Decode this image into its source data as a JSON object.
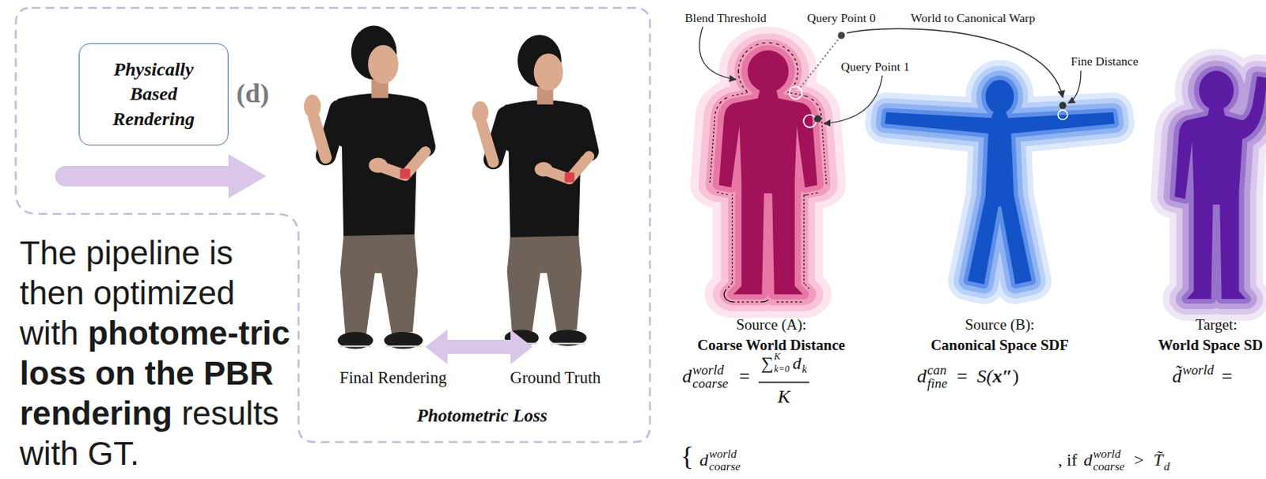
{
  "diagram": {
    "nodes": [
      {
        "text": [
          "Photometric Loss"
        ]
      },
      {
        "text": [
          "Physically Based Rendering"
        ],
        "in": 0
      }
    ],
    "labels": [
      "(d)",
      "The pipeline is then optimized with",
      "photome-tric loss on the PBR rendering",
      "results with GT.",
      "Final Rendering",
      "Ground Truth",
      "Blend Threshold",
      "Query Point 0",
      "World to Canonical Warp",
      "Query Point 1",
      "Fine Distance",
      "Source (A):",
      "Coarse World Distance",
      "Source (B):",
      "Canonical Space SDF",
      "Target:",
      "World Space SD",
      "d",
      "world",
      "coarse",
      "=",
      "∑",
      "K",
      "k=0",
      "d",
      "k",
      "K",
      "d",
      "can",
      "fine",
      "=",
      "S(",
      "x″",
      ")",
      "d̃",
      "world",
      "=",
      "{",
      "d",
      "world",
      "coarse",
      ", if",
      "d",
      "world",
      "coarse",
      ">",
      "T̃",
      "d"
    ]
  }
}
